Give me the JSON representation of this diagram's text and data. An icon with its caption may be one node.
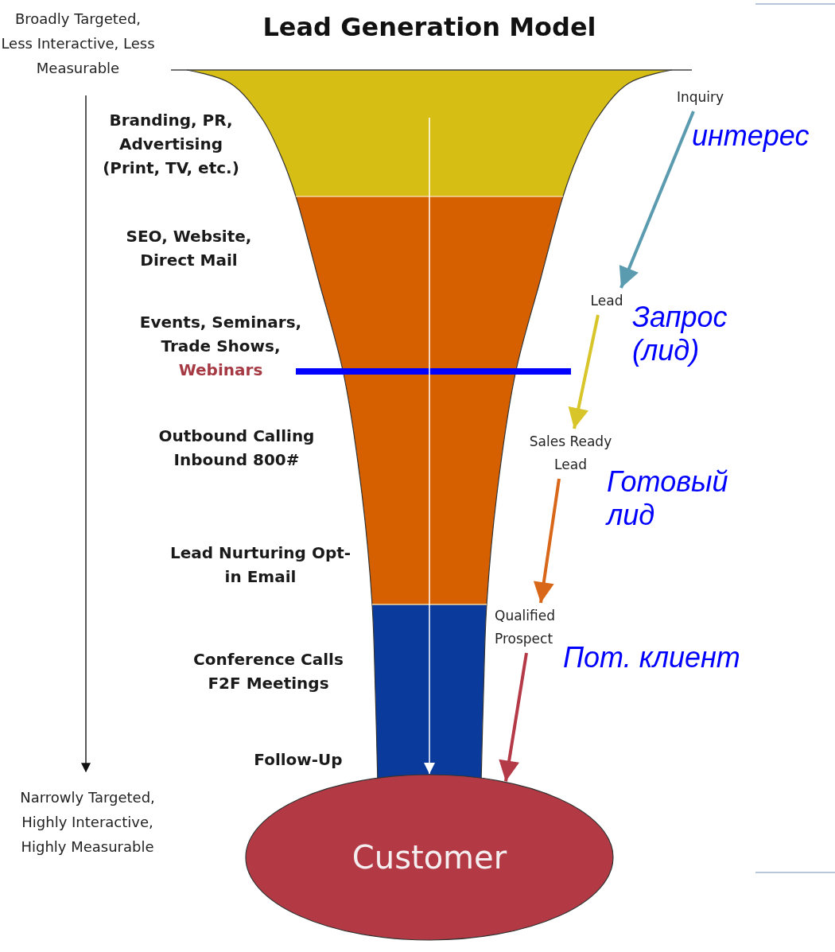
{
  "diagram": {
    "title": "Lead Generation Model",
    "nodes": [
      {
        "text": [
          "Inquiry"
        ]
      },
      {
        "text": [
          "Lead"
        ]
      },
      {
        "text": [
          "Sales Ready Lead"
        ]
      },
      {
        "text": [
          "Qualified Prospect"
        ]
      },
      {
        "text": [
          "Customer"
        ]
      }
    ],
    "edges": [
      {
        "from": 0,
        "to": 1,
        "arrow": "to",
        "color": "#5b9bb0"
      },
      {
        "from": 1,
        "to": 2,
        "arrow": "to",
        "color": "#d8c52a"
      },
      {
        "from": 2,
        "to": 3,
        "arrow": "to",
        "color": "#d8671a"
      },
      {
        "from": 3,
        "to": 4,
        "arrow": "to",
        "color": "#b53a48"
      },
      {
        "from": null,
        "to": 4,
        "arrow": "to",
        "color": "#ffffff"
      }
    ],
    "labels": [
      "Broadly Targeted, Less Interactive, Less Measurable",
      "Branding, PR, Advertising (Print, TV, etc.)",
      "интерес",
      "SEO, Website, Direct Mail",
      "Events, Seminars, Trade Shows,",
      "Webinars",
      "Запрос (лид)",
      "Outbound Calling Inbound 800#",
      "Готовый лид",
      "Lead Nurturing Opt-in Email",
      "Пот. клиент",
      "Conference Calls F2F Meetings",
      "Follow-Up",
      "Narrowly Targeted, Highly Interactive, Highly Measurable"
    ]
  }
}
